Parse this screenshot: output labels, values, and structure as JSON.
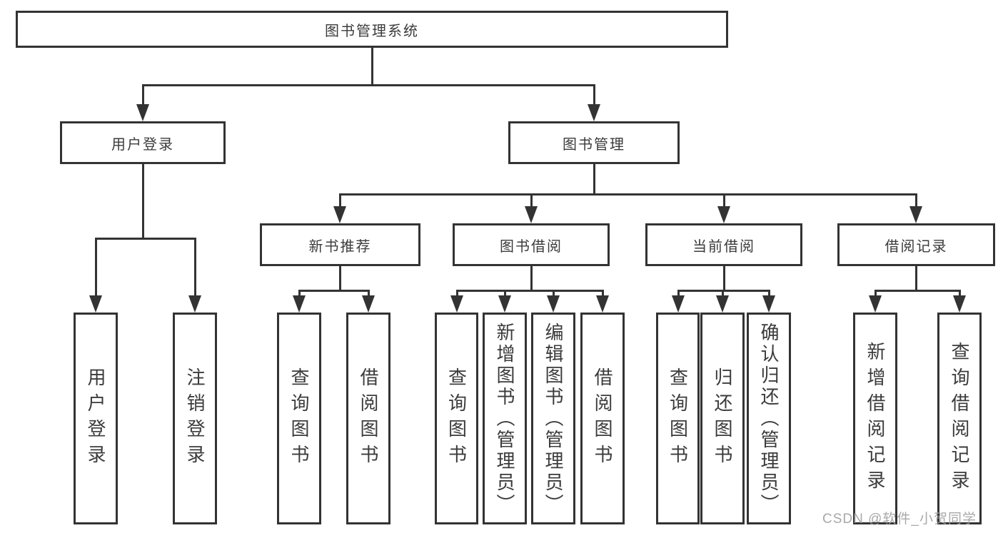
{
  "tree": {
    "root": "图书管理系统",
    "branches": [
      {
        "label": "用户登录",
        "children": [
          "用户登录",
          "注销登录"
        ]
      },
      {
        "label": "图书管理",
        "children": [
          {
            "label": "新书推荐",
            "children": [
              "查询图书",
              "借阅图书"
            ]
          },
          {
            "label": "图书借阅",
            "children": [
              "查询图书",
              "新增图书（管理员）",
              "编辑图书（管理员）",
              "借阅图书"
            ]
          },
          {
            "label": "当前借阅",
            "children": [
              "查询图书",
              "归还图书",
              "确认归还（管理员）"
            ]
          },
          {
            "label": "借阅记录",
            "children": [
              "新增借阅记录",
              "查询借阅记录"
            ]
          }
        ]
      }
    ]
  },
  "watermark": "CSDN @软件_小贺同学",
  "colors": {
    "line": "#333333",
    "text": "#3b3b3b",
    "watermark": "#9e9e9e",
    "background": "#ffffff"
  }
}
